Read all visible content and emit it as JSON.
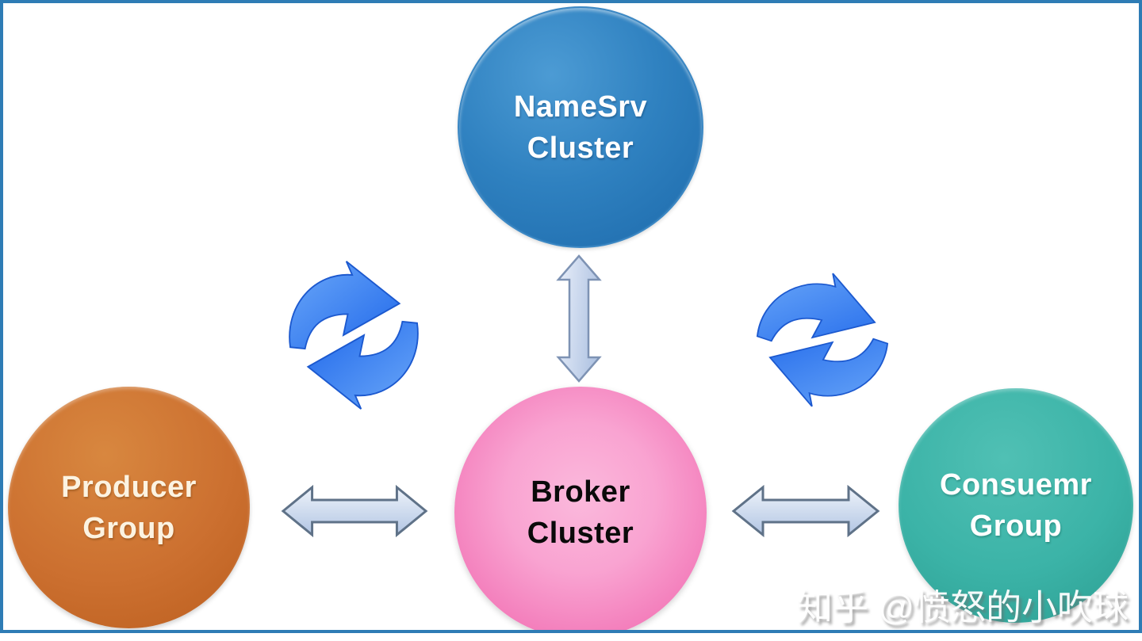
{
  "diagram": {
    "type": "architecture-diagram",
    "nodes": {
      "namesrv": {
        "line1": "NameSrv",
        "line2": "Cluster",
        "shape": "circle",
        "fill": "#2f81c0",
        "text_color": "#ffffff"
      },
      "broker": {
        "line1": "Broker",
        "line2": "Cluster",
        "shape": "circle",
        "fill": "#f37ebc",
        "text_color": "#0a0a0a"
      },
      "producer": {
        "line1": "Producer",
        "line2": "Group",
        "shape": "circle",
        "fill": "#cc7030",
        "text_color": "#fcf3e1"
      },
      "consumer": {
        "line1": "Consuemr",
        "line2": "Group",
        "shape": "circle",
        "fill": "#3bb3a7",
        "text_color": "#ffffff"
      }
    },
    "connectors": [
      {
        "between": [
          "producer",
          "namesrv"
        ],
        "style": "sync-cycle-arrows",
        "color": "#2f78ef"
      },
      {
        "between": [
          "namesrv",
          "consumer"
        ],
        "style": "sync-cycle-arrows",
        "color": "#2f78ef"
      },
      {
        "between": [
          "namesrv",
          "broker"
        ],
        "style": "double-headed-arrow-vertical",
        "fill": "#c9d7ec",
        "stroke": "#7e93b4"
      },
      {
        "between": [
          "producer",
          "broker"
        ],
        "style": "double-headed-arrow-horizontal",
        "fill": "#c9d7ec",
        "stroke": "#5f7288"
      },
      {
        "between": [
          "broker",
          "consumer"
        ],
        "style": "double-headed-arrow-horizontal",
        "fill": "#c9d7ec",
        "stroke": "#5f7288"
      }
    ],
    "frame_color": "#2e7cb5",
    "watermark": {
      "text": "知乎 @愤怒的小吹球"
    }
  }
}
